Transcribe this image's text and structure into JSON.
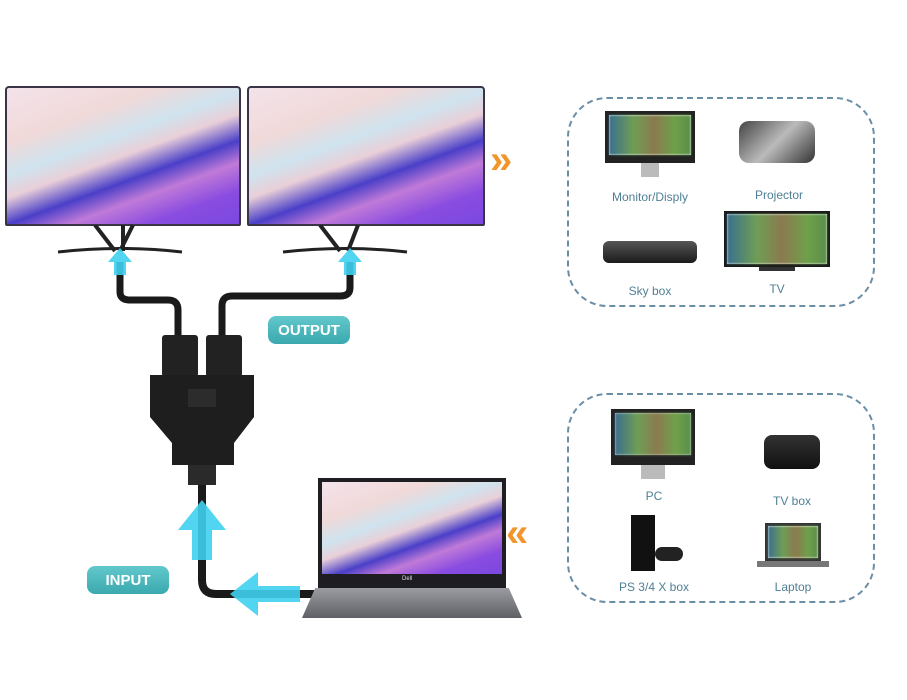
{
  "labels": {
    "output": "OUTPUT",
    "input": "INPUT"
  },
  "output_devices": {
    "items": [
      {
        "label": "Monitor/Disply",
        "icon": "monitor-icon"
      },
      {
        "label": "Projector",
        "icon": "projector-icon"
      },
      {
        "label": "Sky box",
        "icon": "set-top-box-icon"
      },
      {
        "label": "TV",
        "icon": "tv-icon"
      }
    ]
  },
  "input_devices": {
    "items": [
      {
        "label": "PC",
        "icon": "desktop-pc-icon"
      },
      {
        "label": "TV box",
        "icon": "tv-box-icon"
      },
      {
        "label": "PS 3/4 X box",
        "icon": "game-console-icon"
      },
      {
        "label": "Laptop",
        "icon": "laptop-icon"
      }
    ]
  },
  "arrows": {
    "to_outputs": "»",
    "from_inputs": "«"
  },
  "colors": {
    "accent_teal": "#3aa9ae",
    "arrow_orange": "#f2952b",
    "flow_arrow_cyan": "#3fd0f0",
    "dash_border": "#6a8ea4"
  },
  "laptop_brand": "Dell"
}
